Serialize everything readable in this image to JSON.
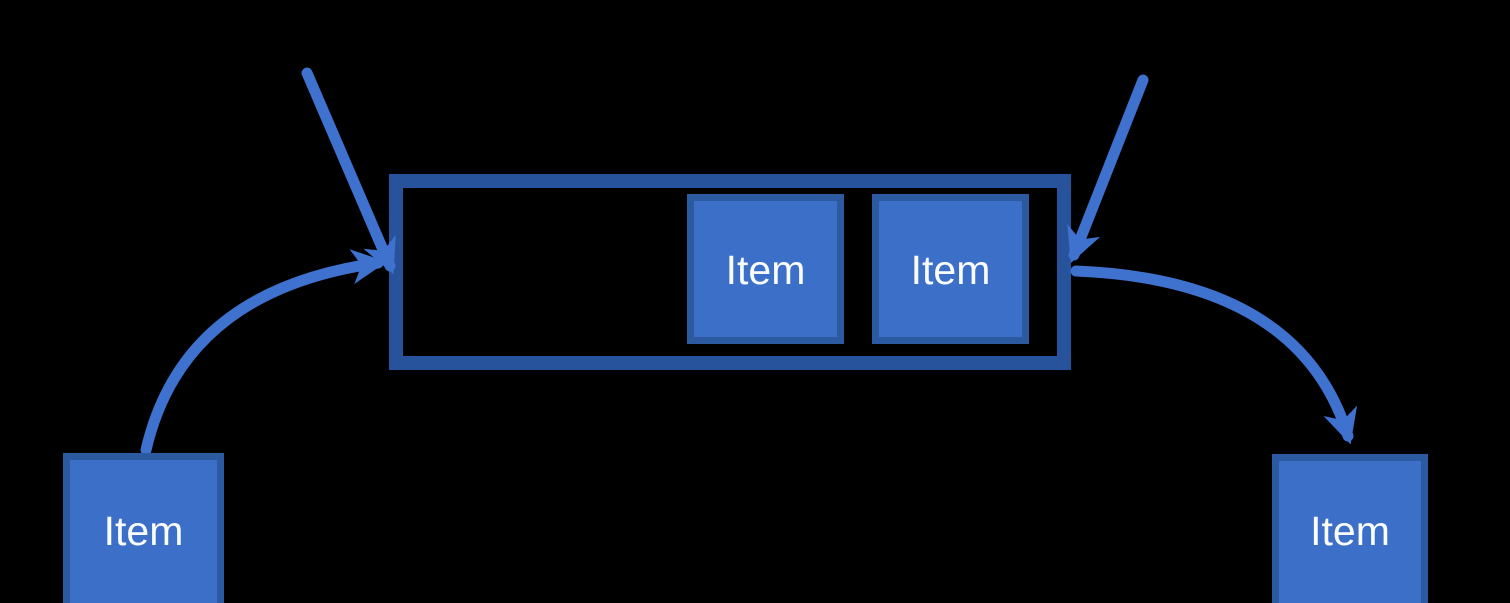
{
  "diagram": {
    "type": "queue-data-structure-diagram",
    "background_color": "#000000",
    "palette": {
      "container_border": "#26539C",
      "item_fill": "#3C70C8",
      "item_border": "#2B5AA1",
      "arrow": "#3E72CE",
      "label_text": "#FAFCFF"
    },
    "container": {
      "description": "empty container outline holding queued items"
    },
    "boxes": {
      "inner": [
        {
          "label": "Item"
        },
        {
          "label": "Item"
        }
      ],
      "outer": [
        {
          "label": "Item",
          "position": "bottom-left"
        },
        {
          "label": "Item",
          "position": "bottom-right"
        }
      ]
    },
    "arrows": [
      {
        "name": "top-left-arrow-into-container-left-end"
      },
      {
        "name": "curved-arrow-from-bottom-left-item-into-container-left-end"
      },
      {
        "name": "top-right-arrow-into-container-right-end"
      },
      {
        "name": "curved-arrow-from-container-right-end-to-bottom-right-item"
      }
    ]
  }
}
